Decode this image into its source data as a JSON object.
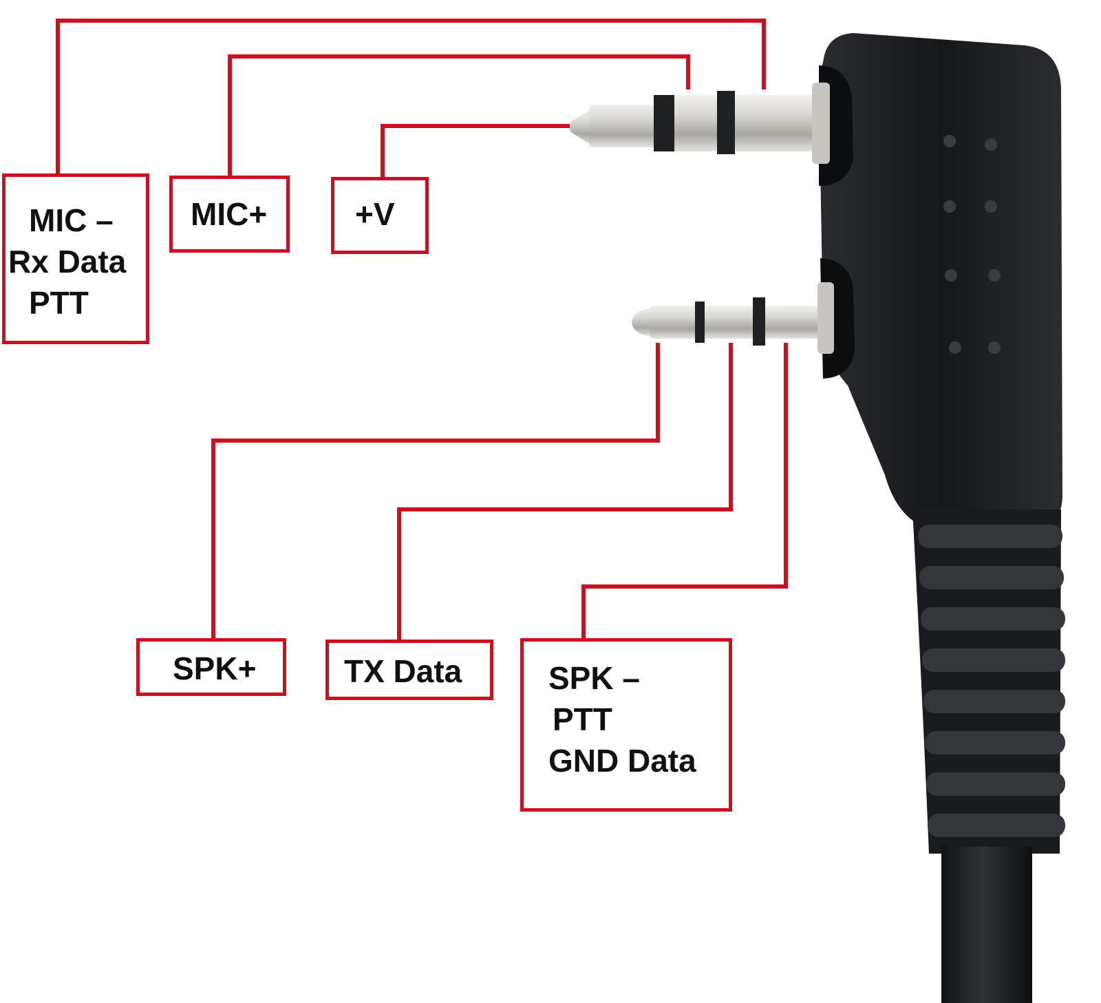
{
  "colors": {
    "wire": "#cc1020",
    "plug_body": "#1e1f22",
    "metal": "#c9c7c2",
    "text": "#111111"
  },
  "labels": {
    "mic_minus": [
      "MIC –",
      "Rx Data",
      "PTT"
    ],
    "mic_plus": "MIC+",
    "plus_v": "+V",
    "spk_plus": "SPK+",
    "tx_data": "TX Data",
    "spk_minus": [
      "SPK –",
      "PTT",
      "GND Data"
    ]
  }
}
